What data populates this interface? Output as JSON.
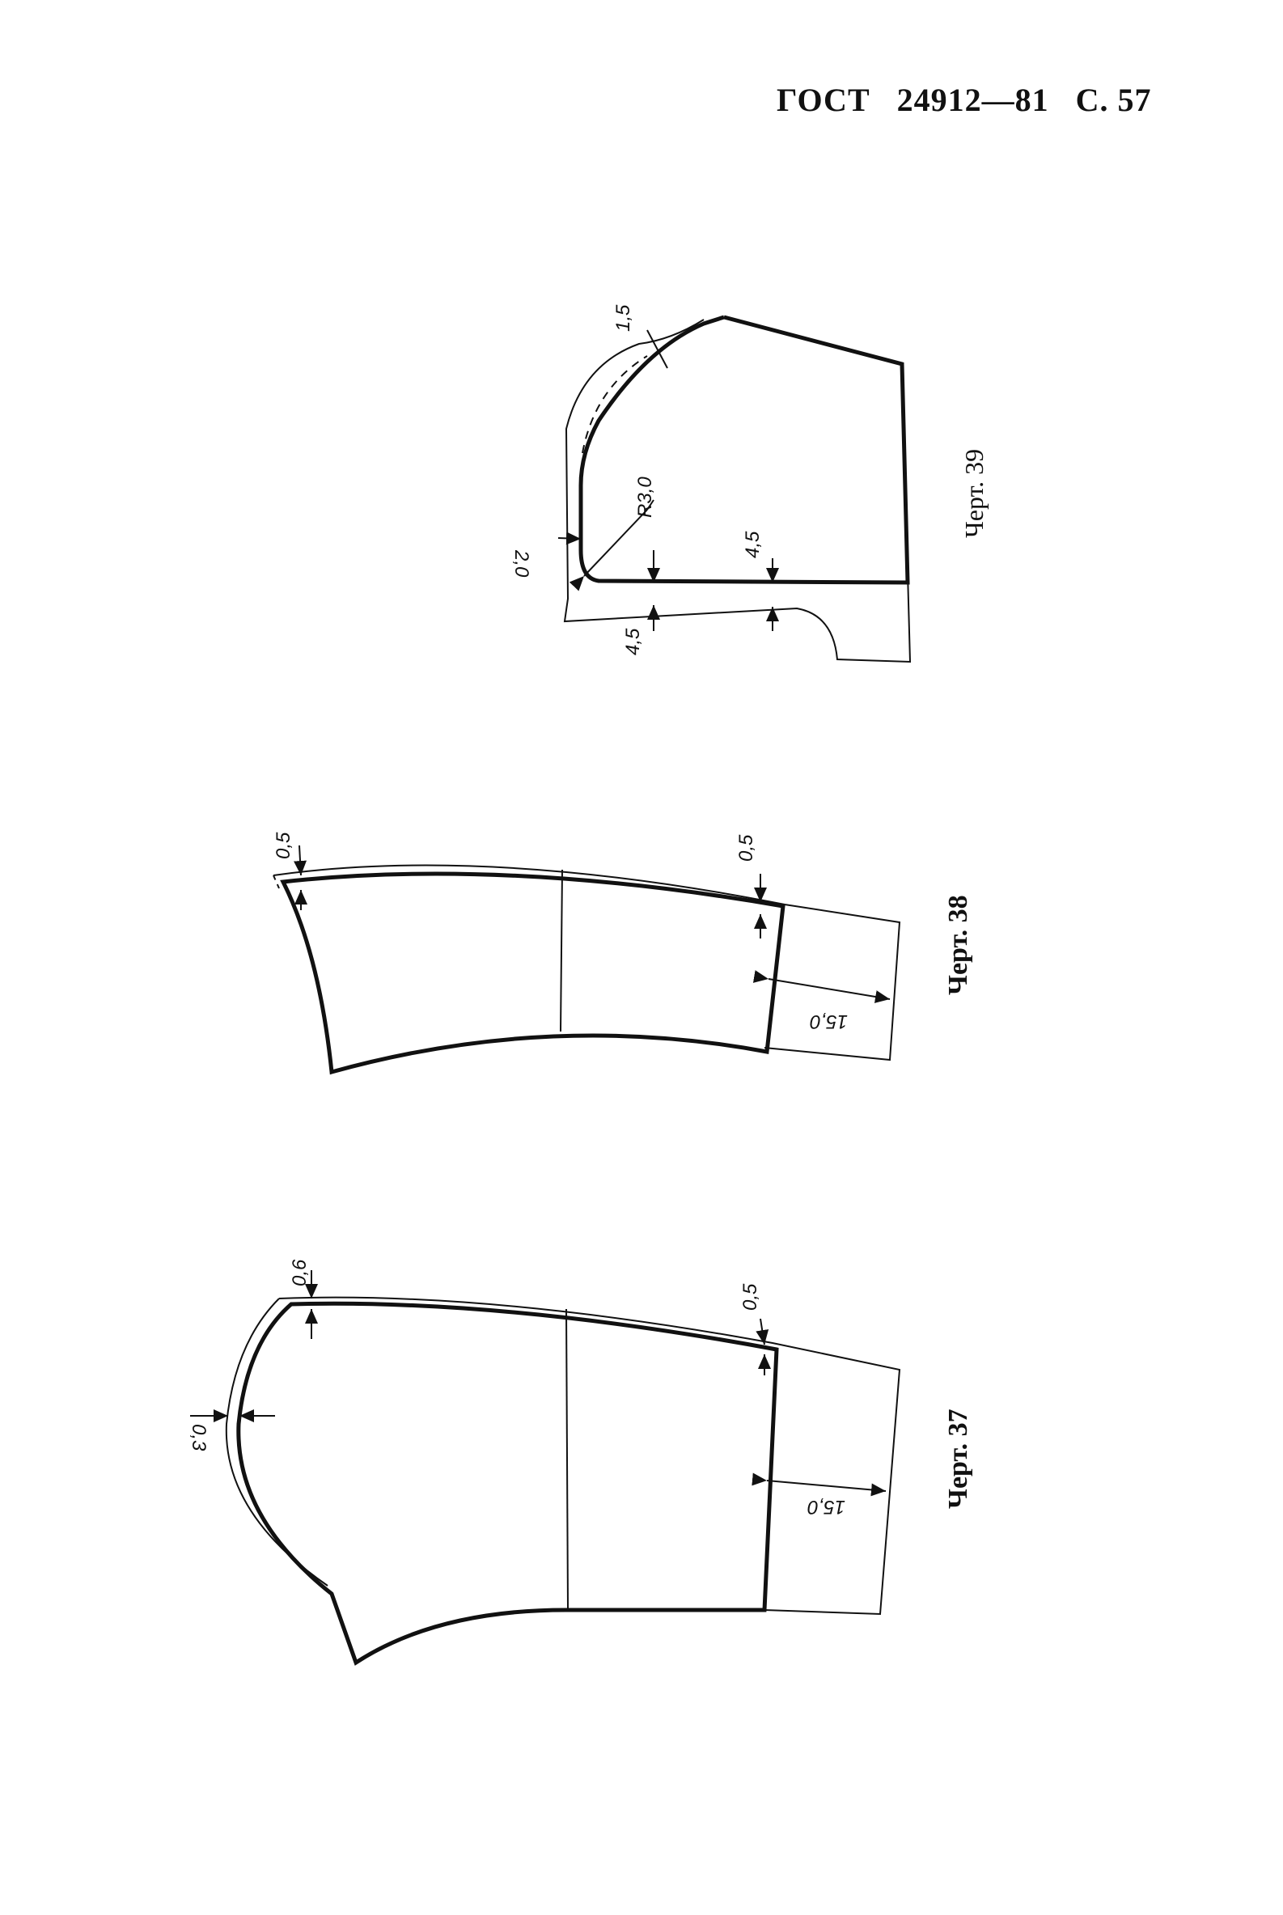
{
  "header": {
    "standard": "ГОСТ",
    "number": "24912—81",
    "page": "С. 57"
  },
  "drawings": {
    "cher39": {
      "caption": "Черт. 39",
      "dims": {
        "d1": "1,5",
        "r": "R3,0",
        "d2": "2,0",
        "d3": "4,5",
        "d4": "4,5"
      }
    },
    "cher38": {
      "caption": "Черт. 38",
      "dims": {
        "top_left": "0,5",
        "top_right": "0,5",
        "width": "15,0"
      }
    },
    "cher37": {
      "caption": "Черт. 37",
      "dims": {
        "top_left": "0,6",
        "top_right": "0,5",
        "left": "0,3",
        "width": "15,0"
      }
    }
  }
}
